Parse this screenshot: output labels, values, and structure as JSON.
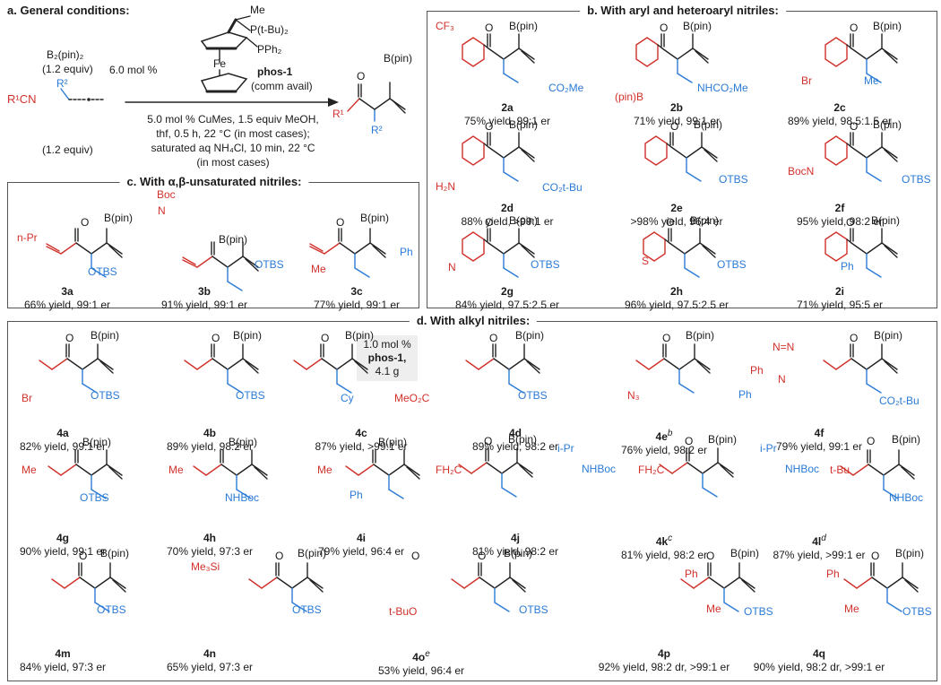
{
  "panel_a": {
    "title": "a. General conditions:",
    "b2pin2": "B₂(pin)₂",
    "b2pin2_equiv": "(1.2 equiv)",
    "allene_equiv": "(1.2 equiv)",
    "r1cn": "R¹CN",
    "r2": "R²",
    "mol_pct": "6.0 mol %",
    "me": "Me",
    "ptbu2": "P(t-Bu)₂",
    "pph2": "PPh₂",
    "fe": "Fe",
    "phos": "phos-1",
    "comm": "(comm avail)",
    "cond1": "5.0 mol % CuMes, 1.5 equiv MeOH,",
    "cond2": "thf, 0.5 h, 22 °C (in most cases);",
    "cond3": "saturated aq NH₄Cl, 10 min, 22 °C",
    "cond4": "(in most cases)",
    "prod_bpin": "B(pin)",
    "prod_r1": "R¹",
    "prod_r2": "R²",
    "prod_o": "O"
  },
  "panel_b": {
    "title": "b. With aryl and heteroaryl nitriles:",
    "items": [
      {
        "id": "2a",
        "yield": "75% yield, 99:1 er"
      },
      {
        "id": "2b",
        "yield": "71% yield, 99:1 er"
      },
      {
        "id": "2c",
        "yield": "89% yield, 98.5:1.5 er"
      },
      {
        "id": "2d",
        "yield": "88% yield, >99:1 er"
      },
      {
        "id": "2e",
        "yield": ">98% yield, 96:4 er"
      },
      {
        "id": "2f",
        "yield": "95% yield, 98:2 er"
      },
      {
        "id": "2g",
        "yield": "84% yield, 97.5:2.5 er"
      },
      {
        "id": "2h",
        "yield": "96% yield, 97.5:2.5 er"
      },
      {
        "id": "2i",
        "yield": "71% yield, 95:5 er"
      }
    ],
    "labels": {
      "cf3": "CF₃",
      "co2me": "CO₂Me",
      "pinb": "(pin)B",
      "nhco2me": "NHCO₂Me",
      "br": "Br",
      "me": "Me",
      "h2n": "H₂N",
      "co2tbu": "CO₂t-Bu",
      "otbs": "OTBS",
      "o": "O",
      "bocn": "BocN",
      "n": "N",
      "s": "S",
      "ph": "Ph",
      "bpin": "B(pin)"
    }
  },
  "panel_c": {
    "title": "c. With α,β-unsaturated nitriles:",
    "items": [
      {
        "id": "3a",
        "yield": "66% yield, 99:1 er"
      },
      {
        "id": "3b",
        "yield": "91% yield, 99:1 er"
      },
      {
        "id": "3c",
        "yield": "77% yield, 99:1 er"
      }
    ],
    "labels": {
      "npr": "n-Pr",
      "boc": "Boc",
      "n": "N",
      "me": "Me",
      "ph": "Ph",
      "otbs": "OTBS",
      "o": "O",
      "bpin": "B(pin)"
    }
  },
  "panel_d": {
    "title": "d. With alkyl nitriles:",
    "items": [
      {
        "id": "4a",
        "sup": "",
        "yield": "82% yield, 99:1 er"
      },
      {
        "id": "4b",
        "sup": "",
        "yield": "89% yield, 98:2 er"
      },
      {
        "id": "4c",
        "sup": "",
        "yield": "87% yield, >99:1 er"
      },
      {
        "id": "4d",
        "sup": "",
        "yield": "89% yield, 98:2 er"
      },
      {
        "id": "4e",
        "sup": "b",
        "yield": "76% yield, 98:2 er"
      },
      {
        "id": "4f",
        "sup": "",
        "yield": "79% yield, 99:1 er"
      },
      {
        "id": "4g",
        "sup": "",
        "yield": "90% yield, 99:1 er"
      },
      {
        "id": "4h",
        "sup": "",
        "yield": "70% yield, 97:3 er"
      },
      {
        "id": "4i",
        "sup": "",
        "yield": "79% yield, 96:4 er"
      },
      {
        "id": "4j",
        "sup": "",
        "yield": "81% yield, 98:2 er"
      },
      {
        "id": "4k",
        "sup": "c",
        "yield": "81% yield, 98:2 er"
      },
      {
        "id": "4l",
        "sup": "d",
        "yield": "87% yield, >99:1 er"
      },
      {
        "id": "4m",
        "sup": "",
        "yield": "84% yield, 97:3 er"
      },
      {
        "id": "4n",
        "sup": "",
        "yield": "65% yield, 97:3 er"
      },
      {
        "id": "4o",
        "sup": "e",
        "yield": "53% yield, 96:4 er"
      },
      {
        "id": "4p",
        "sup": "",
        "yield": "92% yield, 98:2 dr, >99:1 er"
      },
      {
        "id": "4q",
        "sup": "",
        "yield": "90% yield, 98:2 dr, >99:1 er"
      }
    ],
    "note_line1": "1.0 mol %",
    "note_line2": "phos-1,",
    "note_line3": "4.1 g",
    "labels": {
      "br": "Br",
      "otbs": "OTBS",
      "cy": "Cy",
      "meo2c": "MeO₂C",
      "n3": "N₃",
      "ph": "Ph",
      "nnn": "N=N",
      "n": "N",
      "co2tbu": "CO₂t-Bu",
      "me": "Me",
      "nhboc": "NHBoc",
      "fh2c": "FH₂C",
      "ipr": "i-Pr",
      "tbu": "t-Bu",
      "me3si": "Me₃Si",
      "tbuo": "t-BuO",
      "o": "O",
      "bpin": "B(pin)"
    }
  }
}
